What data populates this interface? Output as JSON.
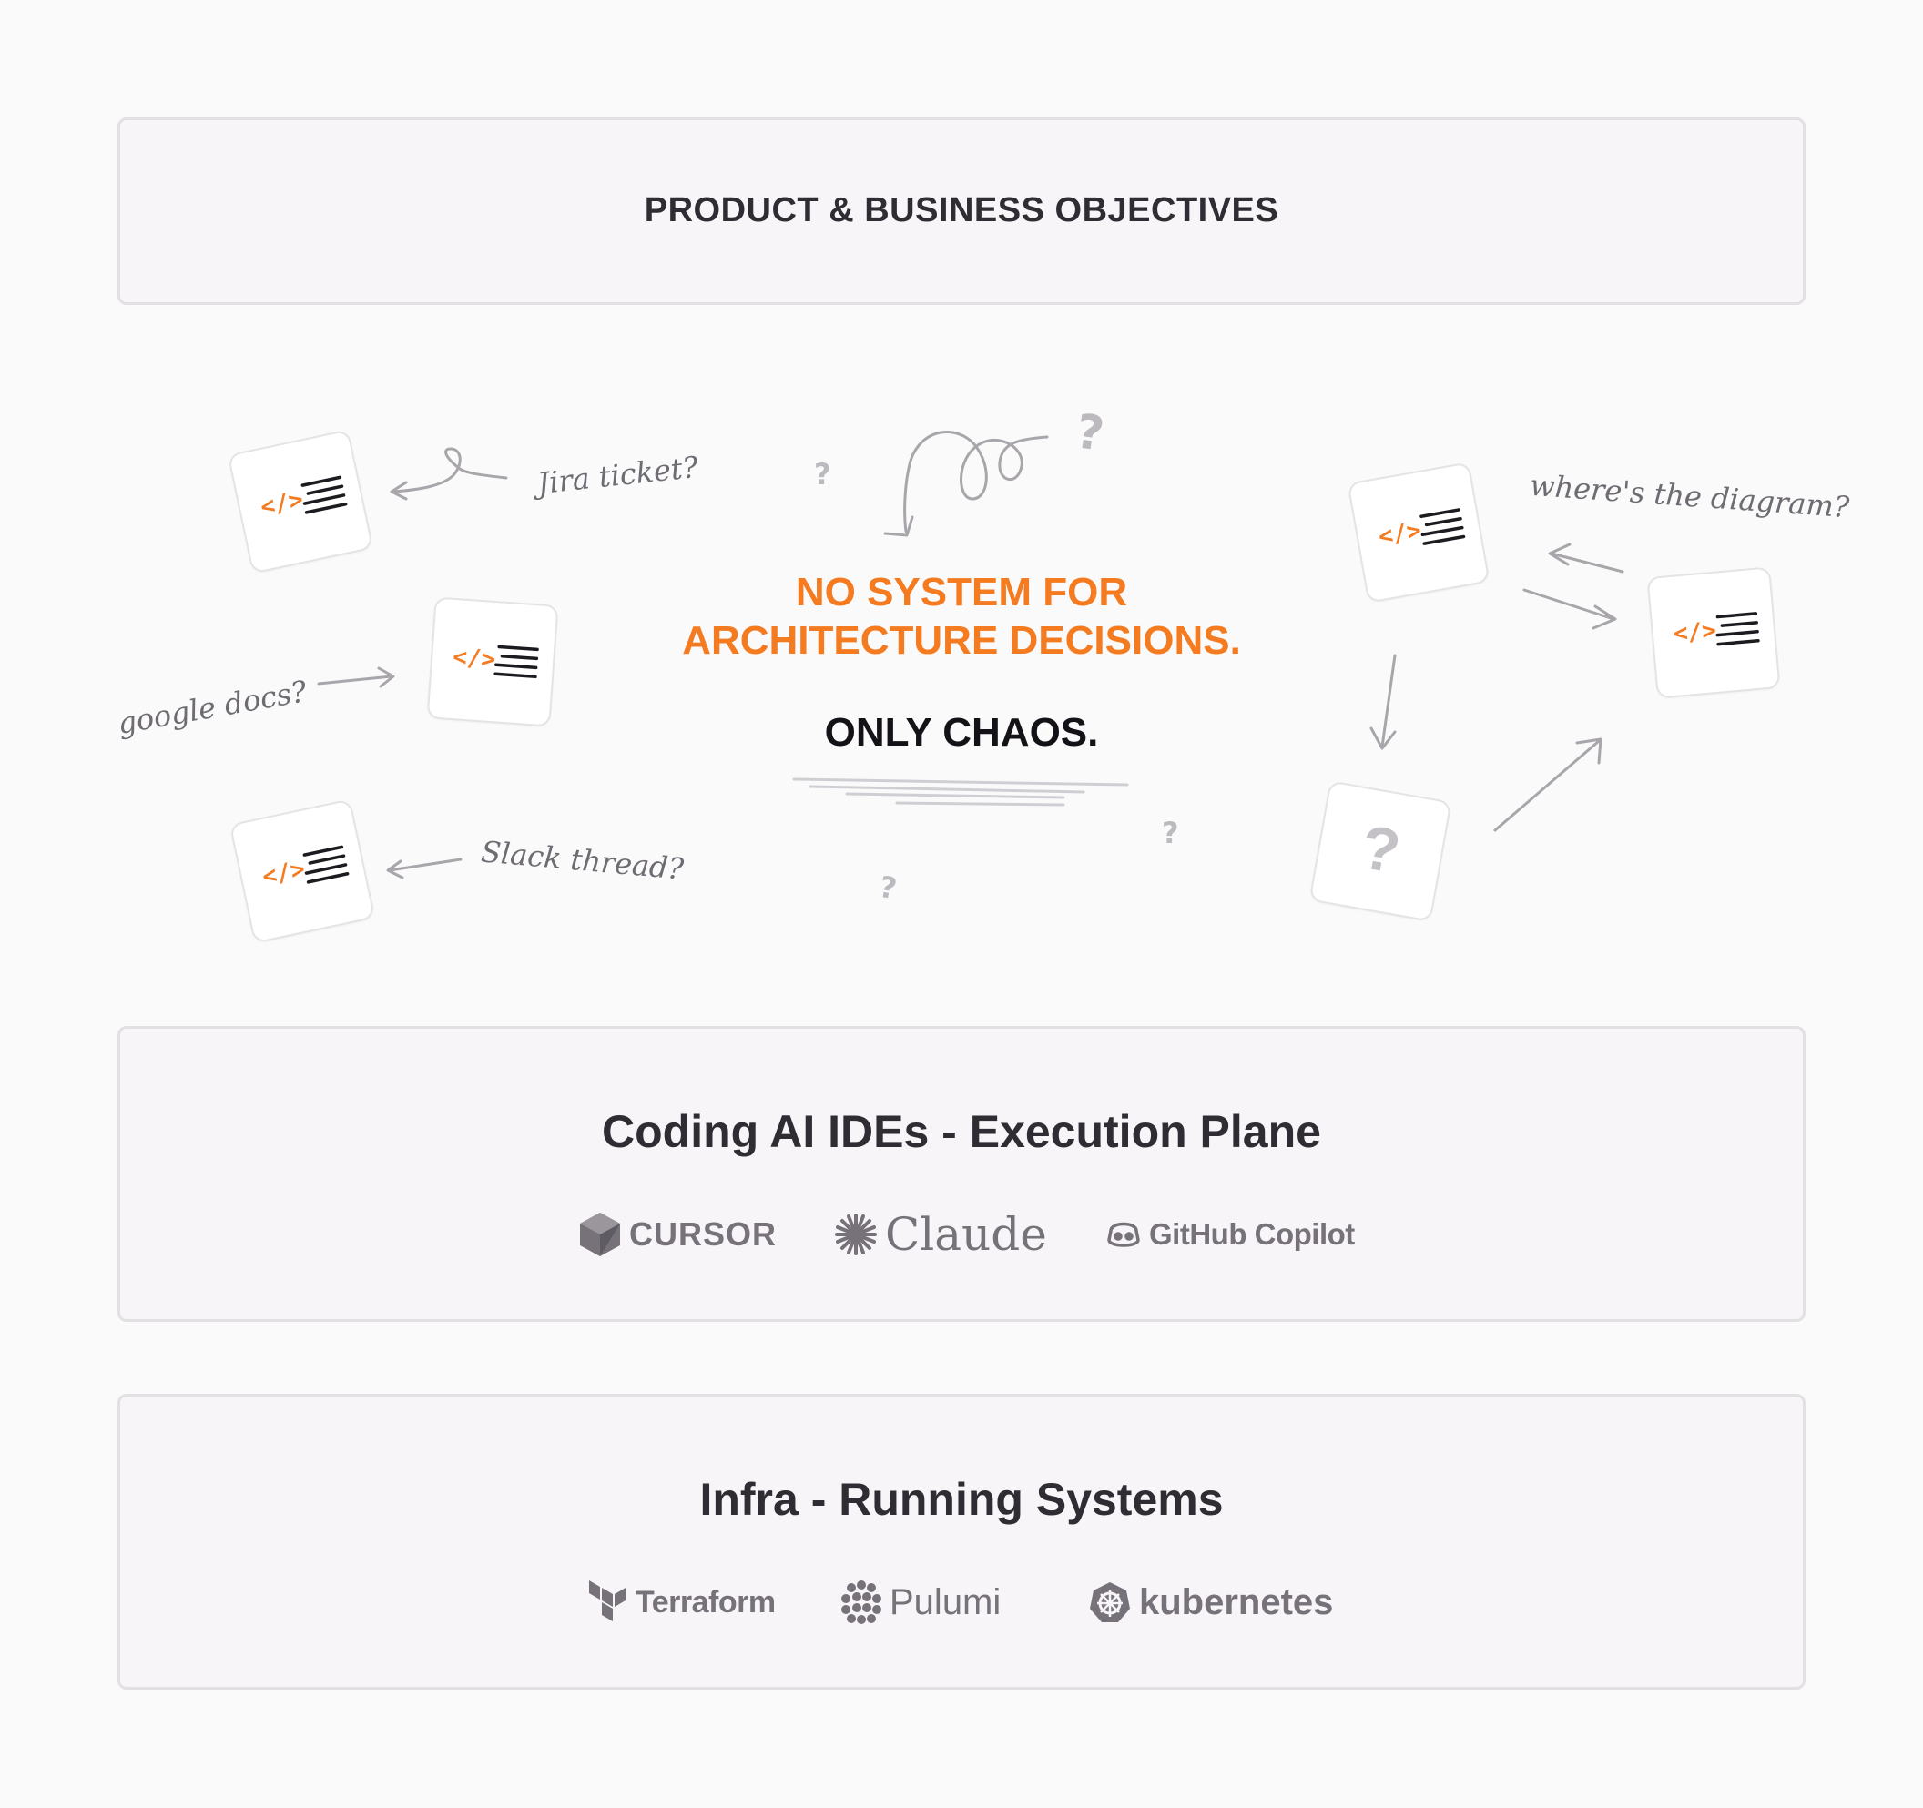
{
  "top_panel": {
    "title": "PRODUCT & BUSINESS OBJECTIVES"
  },
  "chaos": {
    "headline_line1": "NO SYSTEM FOR",
    "headline_line2": "ARCHITECTURE DECISIONS.",
    "subline": "ONLY CHAOS.",
    "notes": {
      "jira": "Jira ticket?",
      "gdocs": "google docs?",
      "slack": "Slack thread?",
      "diagram": "where's the diagram?"
    },
    "code_icon": "</>",
    "question_mark": "?",
    "accent_color": "#f47b20"
  },
  "ide_panel": {
    "title": "Coding AI IDEs - Execution Plane",
    "logos": {
      "cursor": "CURSOR",
      "claude": "Claude",
      "copilot": "GitHub Copilot"
    }
  },
  "infra_panel": {
    "title": "Infra - Running Systems",
    "logos": {
      "terraform": "Terraform",
      "pulumi": "Pulumi",
      "kubernetes": "kubernetes"
    }
  }
}
